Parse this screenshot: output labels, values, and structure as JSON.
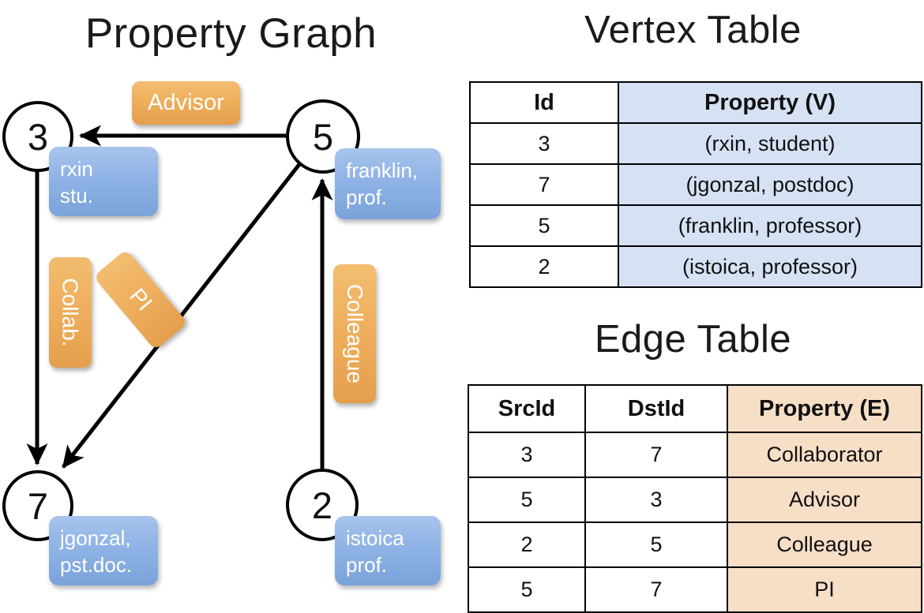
{
  "titles": {
    "property_graph": "Property Graph",
    "vertex_table": "Vertex Table",
    "edge_table": "Edge Table"
  },
  "colors": {
    "node_stroke": "#000000",
    "vertex_property_fill": "#d6e1f4",
    "edge_property_fill": "#f7dfc7",
    "vertex_callout_blue": "#8fb3e5",
    "edge_label_orange": "#eeae5c",
    "background": "#ffffff"
  },
  "graph": {
    "nodes": [
      {
        "id": "3",
        "property_line1": "rxin",
        "property_line2": "stu."
      },
      {
        "id": "5",
        "property_line1": "franklin,",
        "property_line2": "prof."
      },
      {
        "id": "7",
        "property_line1": "jgonzal,",
        "property_line2": "pst.doc."
      },
      {
        "id": "2",
        "property_line1": "istoica",
        "property_line2": "prof."
      }
    ],
    "edge_labels": {
      "advisor": "Advisor",
      "collab": "Collab.",
      "pi": "PI",
      "colleague": "Colleague"
    },
    "edges": [
      {
        "from": "5",
        "to": "3",
        "label": "Advisor"
      },
      {
        "from": "3",
        "to": "7",
        "label": "Collab."
      },
      {
        "from": "5",
        "to": "7",
        "label": "PI"
      },
      {
        "from": "2",
        "to": "5",
        "label": "Colleague"
      }
    ]
  },
  "vertex_table": {
    "headers": [
      "Id",
      "Property (V)"
    ],
    "rows": [
      {
        "id": "3",
        "property": "(rxin, student)"
      },
      {
        "id": "7",
        "property": "(jgonzal, postdoc)"
      },
      {
        "id": "5",
        "property": "(franklin, professor)"
      },
      {
        "id": "2",
        "property": "(istoica, professor)"
      }
    ]
  },
  "edge_table": {
    "headers": [
      "SrcId",
      "DstId",
      "Property (E)"
    ],
    "rows": [
      {
        "src": "3",
        "dst": "7",
        "property": "Collaborator"
      },
      {
        "src": "5",
        "dst": "3",
        "property": "Advisor"
      },
      {
        "src": "2",
        "dst": "5",
        "property": "Colleague"
      },
      {
        "src": "5",
        "dst": "7",
        "property": "PI"
      }
    ]
  }
}
